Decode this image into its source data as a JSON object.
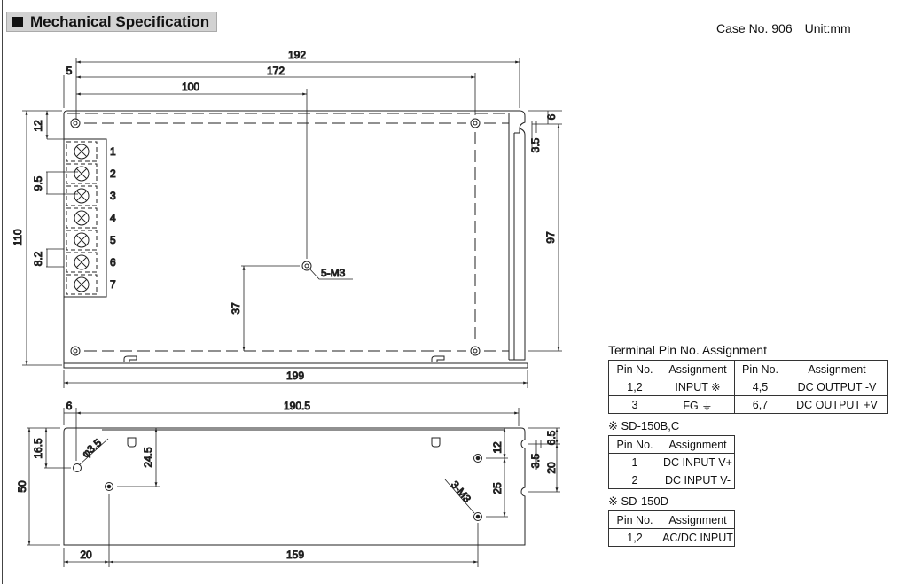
{
  "header": {
    "title": "Mechanical Specification",
    "case_no": "Case No. 906",
    "unit": "Unit:mm"
  },
  "top_view": {
    "dims": {
      "d192": "192",
      "d172": "172",
      "d100": "100",
      "d5": "5",
      "d12": "12",
      "d110": "110",
      "d9_5": "9.5",
      "d8_2": "8.2",
      "d37": "37",
      "d199": "199",
      "d97": "97",
      "d6": "6",
      "d3_5": "3.5"
    },
    "hole_label": "5-M3",
    "terminals": [
      "1",
      "2",
      "3",
      "4",
      "5",
      "6",
      "7"
    ]
  },
  "bottom_view": {
    "dims": {
      "d6": "6",
      "d190_5": "190.5",
      "d16_5": "16.5",
      "d50": "50",
      "d24_5": "24.5",
      "d20": "20",
      "d159": "159",
      "d12": "12",
      "d25": "25",
      "d6_5": "6.5",
      "d3_5": "3.5",
      "d20r": "20"
    },
    "hole_dia_label": "φ3.5",
    "hole_label": "3-M3"
  },
  "terminal_table": {
    "title": "Terminal Pin No.  Assignment",
    "headers": [
      "Pin No.",
      "Assignment",
      "Pin No.",
      "Assignment"
    ],
    "rows": [
      [
        "1,2",
        "INPUT ※",
        "4,5",
        "DC OUTPUT -V"
      ],
      [
        "3",
        "FG ⏚",
        "6,7",
        "DC OUTPUT +V"
      ]
    ]
  },
  "sd150bc": {
    "title": "※ SD-150B,C",
    "headers": [
      "Pin No.",
      "Assignment"
    ],
    "rows": [
      [
        "1",
        "DC INPUT V+"
      ],
      [
        "2",
        "DC INPUT V-"
      ]
    ]
  },
  "sd150d": {
    "title": "※ SD-150D",
    "headers": [
      "Pin No.",
      "Assignment"
    ],
    "rows": [
      [
        "1,2",
        "AC/DC INPUT"
      ]
    ]
  }
}
